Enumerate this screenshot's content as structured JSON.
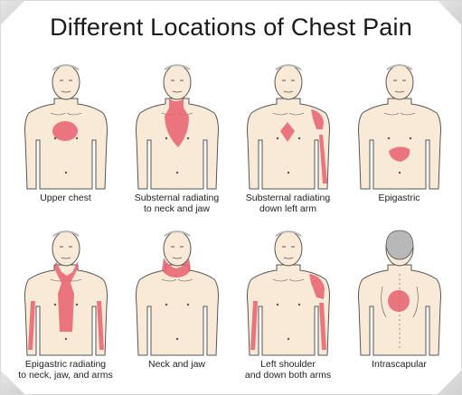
{
  "title": "Different Locations of Chest Pain",
  "colors": {
    "skin": "#f8ead6",
    "outline": "#555555",
    "pain": "#e8606f",
    "hair": "#b8b8b8"
  },
  "panels": [
    {
      "label": "Upper chest",
      "view": "front"
    },
    {
      "label": "Substernal radiating\nto neck and jaw",
      "view": "front"
    },
    {
      "label": "Substernal radiating\ndown left arm",
      "view": "front"
    },
    {
      "label": "Epigastric",
      "view": "front"
    },
    {
      "label": "Epigastric radiating\nto neck, jaw, and arms",
      "view": "front"
    },
    {
      "label": "Neck and jaw",
      "view": "front"
    },
    {
      "label": "Left shoulder\nand down both arms",
      "view": "front"
    },
    {
      "label": "Intrascapular",
      "view": "back"
    }
  ]
}
